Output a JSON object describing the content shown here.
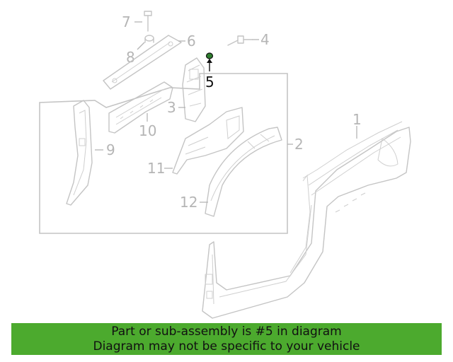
{
  "diagram": {
    "callouts": {
      "c1": "1",
      "c2": "2",
      "c3": "3",
      "c4": "4",
      "c5": "5",
      "c6": "6",
      "c7": "7",
      "c8": "8",
      "c9": "9",
      "c10": "10",
      "c11": "11",
      "c12": "12"
    },
    "highlighted_part": "5",
    "colors": {
      "highlight_part": "#2e7d2e",
      "banner": "#4caa2e",
      "linework": "#c4c4c4"
    }
  },
  "banner": {
    "line1": "Part or sub-assembly is #5 in diagram",
    "line2": "Diagram may not be specific to your vehicle"
  }
}
